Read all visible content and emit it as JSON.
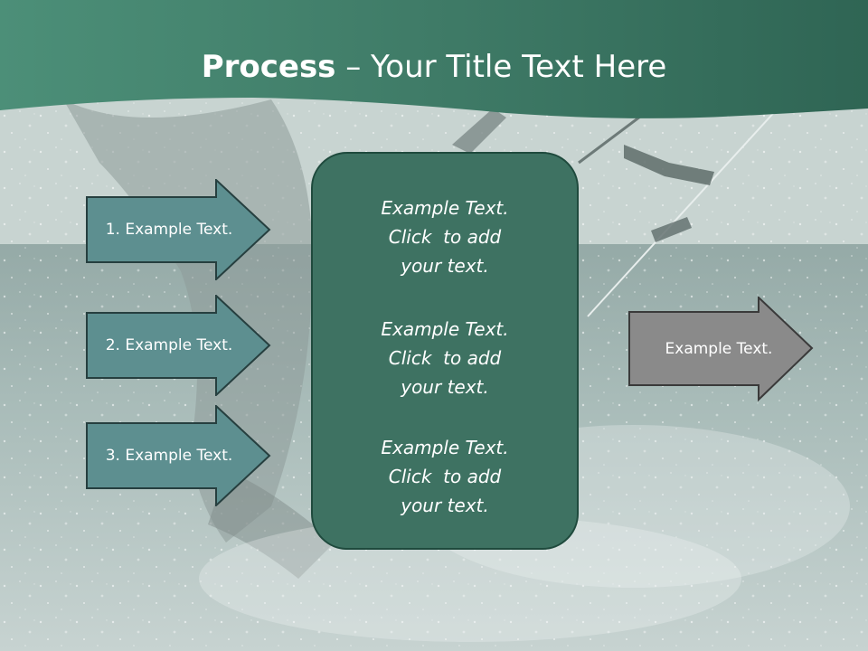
{
  "slide": {
    "title_bold": "Process",
    "title_rest": " – Your Title Text Here"
  },
  "arrows_left": [
    {
      "label": "1. Example Text."
    },
    {
      "label": "2. Example Text."
    },
    {
      "label": "3. Example Text."
    }
  ],
  "center": {
    "blocks": [
      {
        "text": "Example Text.\nClick  to add\nyour text."
      },
      {
        "text": "Example Text.\nClick  to add\nyour text."
      },
      {
        "text": "Example Text.\nClick  to add\nyour text."
      }
    ]
  },
  "arrow_right": {
    "label": "Example Text."
  },
  "colors": {
    "header": "#3f7b67",
    "arrow_left_fill": "#5d8f90",
    "arrow_right_fill": "#8a8a8a",
    "center_fill": "#3e7262"
  }
}
